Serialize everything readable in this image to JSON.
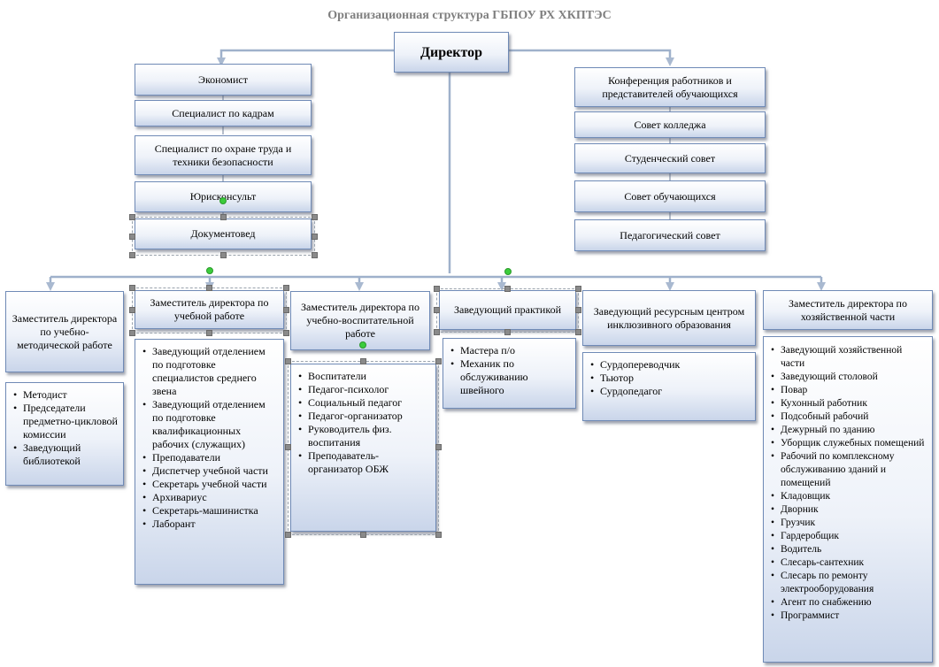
{
  "title": "Организационная структура ГБПОУ РХ ХКПТЭС",
  "director": "Директор",
  "left_column": [
    "Экономист",
    "Специалист по кадрам",
    "Специалист по охране труда и техники безопасности",
    "Юрисконсульт",
    "Документовед"
  ],
  "right_column": [
    "Конференция работников и представителей обучающихся",
    "Совет колледжа",
    "Студенческий совет",
    "Совет обучающихся",
    "Педагогический совет"
  ],
  "departments": [
    {
      "head": "Заместитель директора по учебно-методической работе",
      "items": [
        "Методист",
        "Председатели предметно-цикловой комиссии",
        "Заведующий библиотекой"
      ]
    },
    {
      "head": "Заместитель директора по учебной работе",
      "items": [
        "Заведующий отделением по подготовке специалистов среднего звена",
        "Заведующий отделением по подготовке квалификационных рабочих (служащих)",
        "Преподаватели",
        "Диспетчер учебной части",
        "Секретарь учебной части",
        "Архивариус",
        "Секретарь-машинистка",
        "Лаборант"
      ]
    },
    {
      "head": "Заместитель директора по учебно-воспитательной работе",
      "items": [
        "Воспитатели",
        "Педагог-психолог",
        "Социальный педагог",
        "Педагог-организатор",
        "Руководитель физ. воспитания",
        "Преподаватель-организатор ОБЖ"
      ]
    },
    {
      "head": "Заведующий практикой",
      "items": [
        "Мастера п/о",
        "Механик по обслуживанию швейного"
      ]
    },
    {
      "head": "Заведующий ресурсным центром инклюзивного образования",
      "items": [
        "Сурдопереводчик",
        "Тьютор",
        "Сурдопедагог"
      ]
    },
    {
      "head": "Заместитель директора по хозяйственной части",
      "items": [
        "Заведующий хозяйственной части",
        "Заведующий столовой",
        "Повар",
        "Кухонный работник",
        "Подсобный рабочий",
        "Дежурный по зданию",
        "Уборщик служебных помещений",
        "Рабочий по комплексному обслуживанию зданий и помещений",
        "Кладовщик",
        "Дворник",
        "Грузчик",
        "Гардеробщик",
        "Водитель",
        "Слесарь-сантехник",
        "Слесарь по ремонту электрооборудования",
        "Агент по снабжению",
        "Программист"
      ]
    }
  ],
  "colors": {
    "box_border": "#6f8ab6",
    "box_gradient_bottom": "#c9d5ea",
    "connector": "#8fa3c0",
    "title": "#7f7f7f",
    "handle_green": "#3ccc3c"
  }
}
